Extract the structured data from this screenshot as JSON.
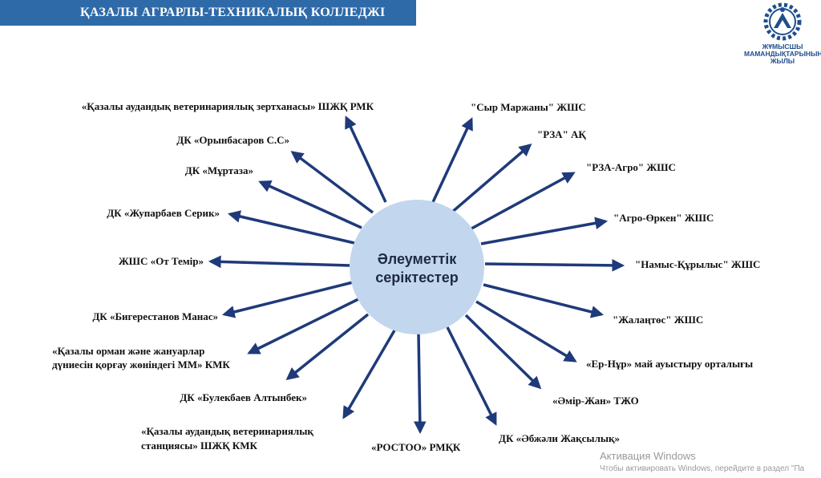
{
  "header": {
    "title": "ҚАЗАЛЫ АГРАРЛЫ-ТЕХНИКАЛЫҚ КОЛЛЕДЖІ"
  },
  "logo": {
    "line1": "ЖҰМЫСШЫ",
    "line2": "МАМАНДЫҚТАРЫНЫҢ",
    "line3": "ЖЫЛЫ"
  },
  "center": {
    "line1": "Әлеуметтік",
    "line2": "серіктестер"
  },
  "partners_left": [
    "«Қазалы аудандық ветеринариялық  зертханасы» ШЖҚ РМК",
    "ДК «Орынбасаров С.С»",
    "ДК «Мұртаза»",
    "ДК «Жупарбаев Серик»",
    "ЖШС «От Темір»",
    "ДК «Бигерестанов  Манас»",
    "«Қазалы орман және жануарлар",
    "дүниесін қорғау жөніндегі ММ» КМК",
    "ДК «Булекбаев Алтынбек»",
    "«Қазалы аудандық ветеринариялық",
    "станциясы»  ШЖҚ КМК",
    "«РОСТОО» РМҚК"
  ],
  "partners_right": [
    "\"Сыр Маржаны\" ЖШС",
    "\"РЗА\" АҚ",
    "\"РЗА-Агро\" ЖШС",
    "\"Агро-Өркен\" ЖШС",
    "\"Намыс-Құрылыс\"  ЖШС",
    "\"Жалаңтөс\" ЖШС",
    "«Ер-Нұр» май ауыстыру орталығы",
    "«Әмір-Жан» ТЖО",
    "ДК «Әбжәли Жақсылық»"
  ],
  "colors": {
    "header": "#2f6aa8",
    "circle": "#c2d7ee",
    "arrow": "#1f3a7a"
  },
  "watermark": {
    "line1": "Активация Windows",
    "line2": "Чтобы активировать Windows, перейдите в раздел \"Па"
  }
}
